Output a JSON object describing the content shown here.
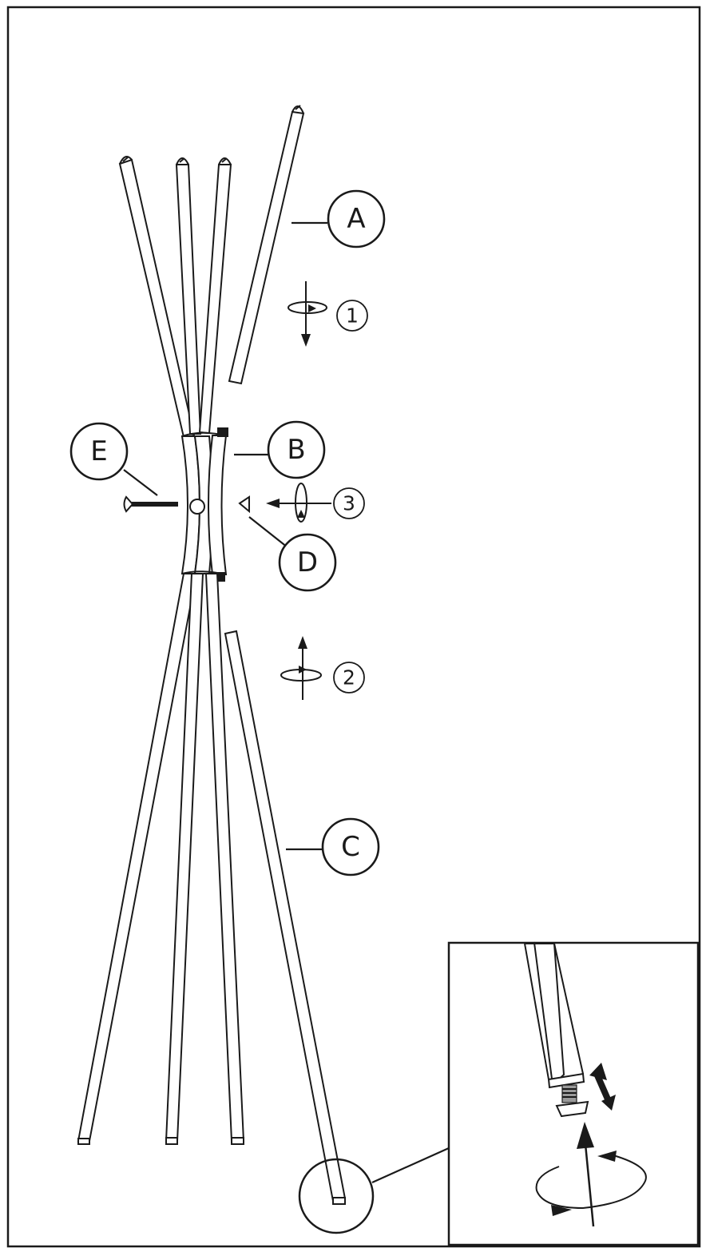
{
  "diagram": {
    "callouts": [
      {
        "id": "A",
        "label": "A"
      },
      {
        "id": "B",
        "label": "B"
      },
      {
        "id": "C",
        "label": "C"
      },
      {
        "id": "D",
        "label": "D"
      },
      {
        "id": "E",
        "label": "E"
      }
    ],
    "steps": [
      {
        "id": "1",
        "label": "1"
      },
      {
        "id": "2",
        "label": "2"
      },
      {
        "id": "3",
        "label": "3"
      }
    ]
  }
}
